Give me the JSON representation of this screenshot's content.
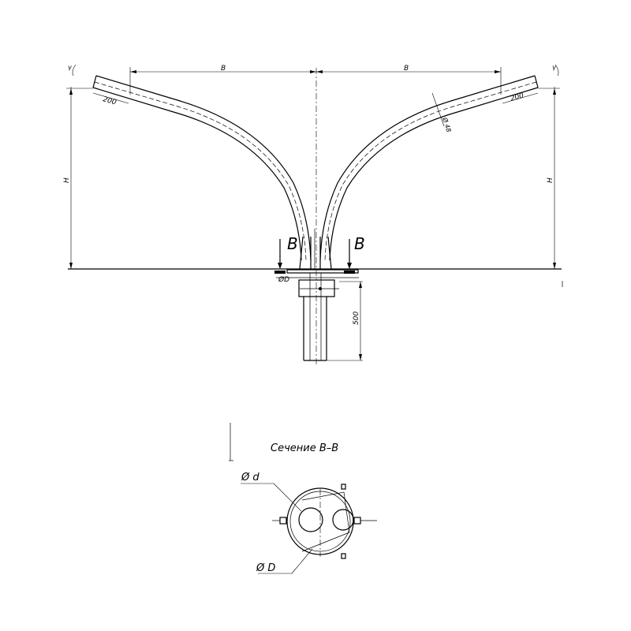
{
  "drawing": {
    "dim_b_left": "B",
    "dim_b_right": "B",
    "dim_h_left": "H",
    "dim_h_right": "H",
    "dim_200_left": "200",
    "dim_200_right": "200",
    "dim_angle_left": "γ",
    "dim_angle_right": "γ",
    "dim_d_arm": "Ø 48",
    "section_mark_left": "B",
    "section_mark_right": "B",
    "dim_D_top": "ØD",
    "dim_500": "500"
  },
  "section": {
    "title": "Сечение B–B",
    "dim_d": "Ø d",
    "dim_D": "Ø D"
  }
}
